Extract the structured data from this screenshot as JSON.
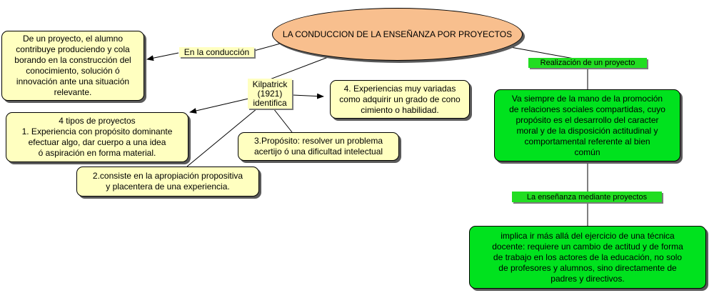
{
  "main_topic": "LA CONDUCCION DE LA ENSEÑANZA POR PROYECTOS",
  "nodes": {
    "conduction_label": "En la conducción",
    "conduction_text": "De un proyecto, el alumno\ncontribuye produciendo y cola\nborando en la construcción del\nconocimiento, solución ó\ninnovación ante una situación\nrelevante.",
    "kilpatrick": "Kilpatrick\n(1921)\nidentifica",
    "tipos_text": "4 tipos de proyectos\n1. Experiencia con propósito dominante\nefectuar algo, dar cuerpo a una idea\nó aspiración en forma material.",
    "experiencias_text": "4. Experiencias muy variadas\ncomo adquirir un grado de cono\ncimiento o habilidad.",
    "proposito_text": "3.Propósito: resolver un problema\nacertijo ó una dificultad intelectual",
    "apropiacion_text": "2.consiste en la apropiación propositiva\ny placentera de una experiencia.",
    "realizacion_label": "Realización de un proyecto",
    "realizacion_text": "Va siempre de la mano de la promoción\nde relaciones sociales compartidas, cuyo\npropósito es el desarrollo del caracter\nmoral y de la disposición actitudinal y\ncomportamental referente al bien\ncomún",
    "ensenanza_label": "La enseñanza mediante proyectos",
    "ensenanza_text": "implica ir más allá del ejercicio de una técnica\ndocente: requiere un cambio de actitud y de forma\nde trabajo en los actores de la educación, no solo\nde profesores y alumnos, sino directamente de\npadres y directivos."
  },
  "colors": {
    "ellipse_fill": "#f8bf8e",
    "yellow_fill": "#ffffc0",
    "green_fill": "#00e21e",
    "line": "#000000"
  }
}
